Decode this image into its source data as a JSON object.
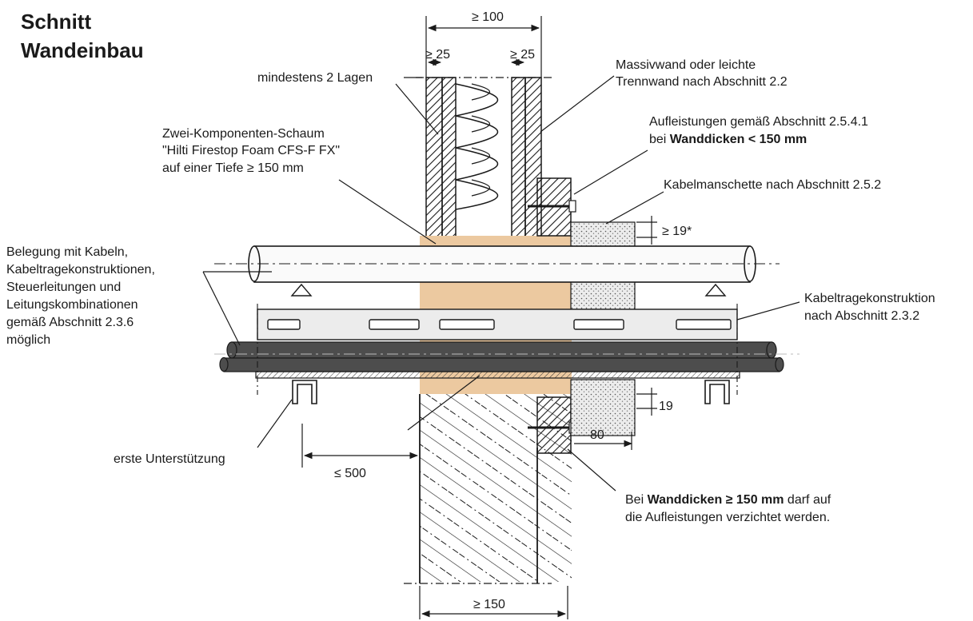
{
  "title": {
    "line1": "Schnitt",
    "line2": "Wandeinbau"
  },
  "dimensions": {
    "top_width": "≥ 100",
    "left_layer": "≥ 25",
    "right_layer": "≥ 25",
    "collar_height": "≥ 19*",
    "batten_height": "19",
    "batten_width": "80",
    "support_distance": "≤ 500",
    "bottom_width": "≥ 150"
  },
  "labels": {
    "layers": "mindestens 2 Lagen",
    "wall_line1": "Massivwand oder leichte",
    "wall_line2": "Trennwand nach Abschnitt 2.2",
    "foam_line1": "Zwei-Komponenten-Schaum",
    "foam_line2": "\"Hilti Firestop Foam CFS-F FX\"",
    "foam_line3": "auf einer Tiefe ≥ 150 mm",
    "batten_top_line1": "Aufleistungen gemäß Abschnitt 2.5.4.1",
    "batten_top_line2_pre": "bei ",
    "batten_top_line2_bold": "Wanddicken < 150 mm",
    "collar": "Kabelmanschette nach Abschnitt 2.5.2",
    "cables_line1": "Belegung mit Kabeln,",
    "cables_line2": "Kabeltragekonstruktionen,",
    "cables_line3": "Steuerleitungen und",
    "cables_line4": "Leitungskombinationen",
    "cables_line5": "gemäß Abschnitt 2.3.6",
    "cables_line6": "möglich",
    "tray_line1": "Kabeltragekonstruktion",
    "tray_line2": "nach Abschnitt 2.3.2",
    "first_support": "erste Unterstützung",
    "thick_wall_line1_pre": "Bei ",
    "thick_wall_line1_bold": "Wanddicken ≥ 150 mm",
    "thick_wall_line1_post": " darf auf",
    "thick_wall_line2": "die Aufleistungen verzichtet werden."
  },
  "colors": {
    "foam": "#ecc9a0",
    "collar": "#e9e9e9",
    "cable": "#4d4d4d",
    "line": "#1a1a1a"
  }
}
